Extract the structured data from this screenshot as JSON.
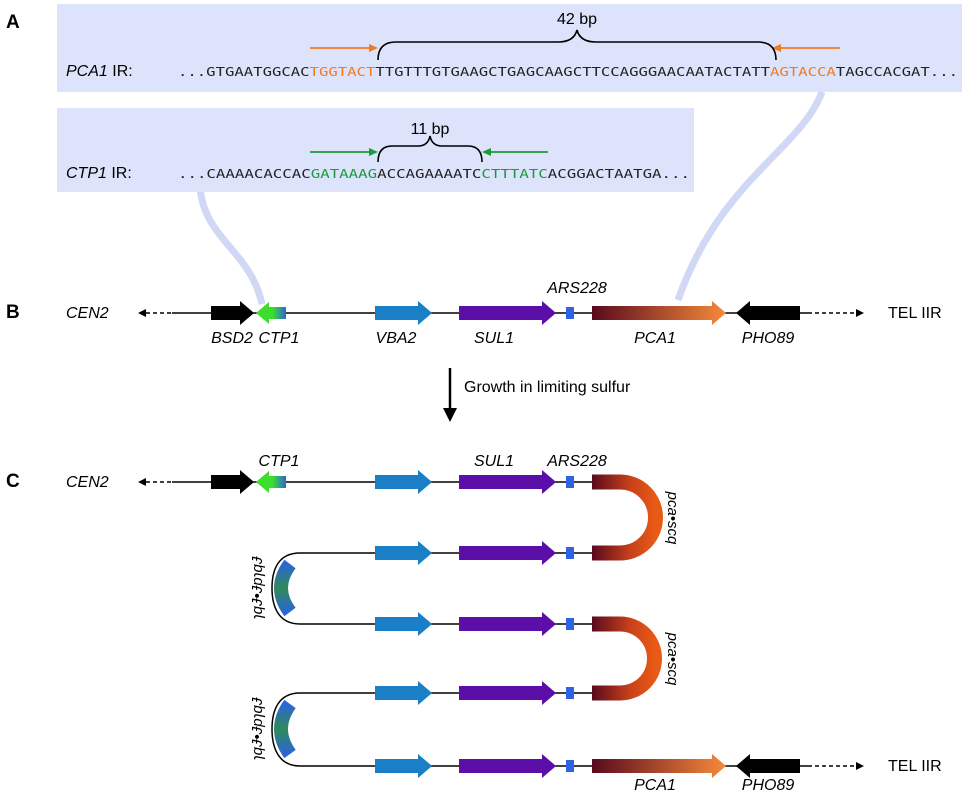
{
  "colors": {
    "panel_bg": "#dde3fa",
    "connector": "#d0d8f6",
    "pca1_motif": "#f07a1e",
    "ctp1_motif": "#1a9a3a",
    "gene_black": "#000000",
    "vba2": "#1a7fc6",
    "sul1": "#5b0fa8",
    "ars228": "#2f63e6",
    "pca1_dark": "#5a0a1e",
    "pca1_light": "#f68a3a",
    "ctp1_green": "#3cde2e",
    "ctp1_blue": "#2b66d6"
  },
  "panels": {
    "a": "A",
    "b": "B",
    "c": "C"
  },
  "panel_a": {
    "pca1": {
      "name": "PCA1",
      "suffix": " IR:",
      "gap_label": "42 bp",
      "seq_left_dots": "...",
      "seq_prefix": "GTGAATGGCAC",
      "motif_left": "TGGTACT",
      "seq_middle": "TTGTTTGTGAAGCTGAGCAAGCTTCCAGGGAACAATACTATT",
      "motif_right": "AGTACCA",
      "seq_suffix": "TAGCCACGAT",
      "seq_right_dots": "..."
    },
    "ctp1": {
      "name": "CTP1",
      "suffix": " IR:",
      "gap_label": "11 bp",
      "seq_left_dots": "...",
      "seq_prefix": "CAAAACACCAC",
      "motif_left": "GATAAAG",
      "seq_middle": "ACCAGAAAATC",
      "motif_right": "CTTTATC",
      "seq_suffix": "ACGGACTAATGA",
      "seq_right_dots": "..."
    }
  },
  "panel_b": {
    "cen": "CEN2",
    "tel": "TEL IIR",
    "genes": {
      "bsd2": "BSD2",
      "ctp1": "CTP1",
      "vba2": "VBA2",
      "sul1": "SUL1",
      "ars228": "ARS228",
      "pca1": "PCA1",
      "pho89": "PHO89"
    }
  },
  "transition": {
    "label": "Growth in limiting sulfur"
  },
  "panel_c": {
    "cen": "CEN2",
    "tel": "TEL IIR",
    "ctp1": "CTP1",
    "sul1": "SUL1",
    "ars228": "ARS228",
    "pca1": "PCA1",
    "pho89": "PHO89",
    "pca_fusion": "pca•scq",
    "ctp_fusion": "ɿqɈ•ɈpɿqɈ"
  }
}
